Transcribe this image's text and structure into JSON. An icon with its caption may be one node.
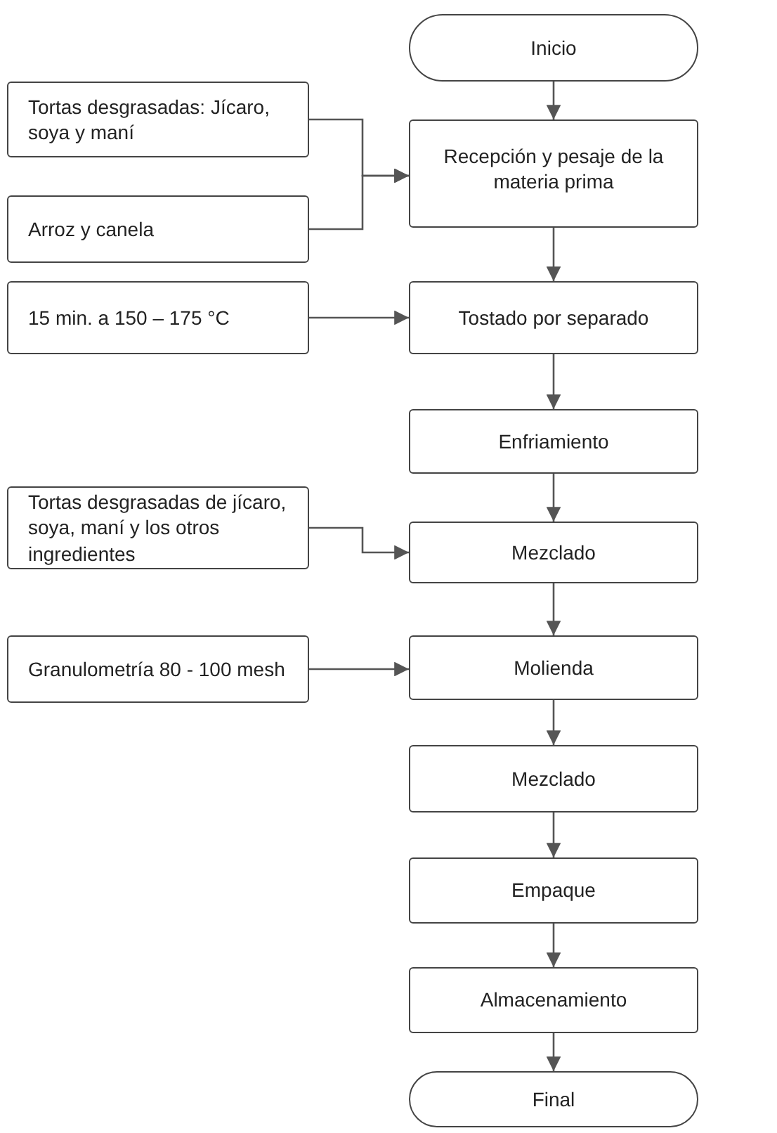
{
  "diagram": {
    "nodes": [
      {
        "text": [
          "Inicio"
        ]
      },
      {
        "text": [
          "Tortas desgrasadas: Jícaro, soya y maní"
        ]
      },
      {
        "text": [
          "Recepción y pesaje de la materia prima"
        ]
      },
      {
        "text": [
          "Arroz y canela"
        ]
      },
      {
        "text": [
          "15 min. a 150 – 175 °C"
        ]
      },
      {
        "text": [
          "Tostado por separado"
        ]
      },
      {
        "text": [
          "Enfriamiento"
        ]
      },
      {
        "text": [
          "Tortas desgrasadas de jícaro, soya, maní y los otros ingredientes"
        ]
      },
      {
        "text": [
          "Mezclado"
        ]
      },
      {
        "text": [
          "Granulometría 80  - 100 mesh"
        ]
      },
      {
        "text": [
          "Molienda"
        ]
      },
      {
        "text": [
          "Mezclado"
        ]
      },
      {
        "text": [
          "Empaque"
        ]
      },
      {
        "text": [
          "Almacenamiento"
        ]
      },
      {
        "text": [
          "Final"
        ]
      }
    ],
    "edges": [
      {
        "from": 0,
        "to": 2,
        "arrow": "to"
      },
      {
        "from": 1,
        "to": 2,
        "arrow": "to"
      },
      {
        "from": 3,
        "to": 2,
        "arrow": "to"
      },
      {
        "from": 2,
        "to": 5,
        "arrow": "to"
      },
      {
        "from": 4,
        "to": 5,
        "arrow": "to"
      },
      {
        "from": 5,
        "to": 6,
        "arrow": "to"
      },
      {
        "from": 6,
        "to": 8,
        "arrow": "to"
      },
      {
        "from": 7,
        "to": 8,
        "arrow": "to"
      },
      {
        "from": 8,
        "to": 10,
        "arrow": "to"
      },
      {
        "from": 9,
        "to": 10,
        "arrow": "to"
      },
      {
        "from": 10,
        "to": 11,
        "arrow": "to"
      },
      {
        "from": 11,
        "to": 12,
        "arrow": "to"
      },
      {
        "from": 12,
        "to": 13,
        "arrow": "to"
      },
      {
        "from": 13,
        "to": 14,
        "arrow": "to"
      }
    ]
  }
}
